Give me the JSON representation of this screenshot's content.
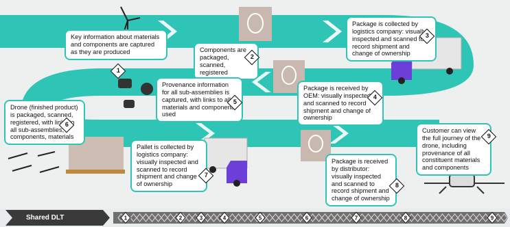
{
  "steps": [
    {
      "n": "1",
      "text": "Key information about materials and components are captured as they are produced"
    },
    {
      "n": "2",
      "text": "Components are packaged, scanned, registered"
    },
    {
      "n": "3",
      "text": "Package is collected by logistics company: visually inspected and scanned to record shipment and change of ownership"
    },
    {
      "n": "4",
      "text": "Package is received by OEM: visually inspected and scanned to record shipment and change of ownership"
    },
    {
      "n": "5",
      "text": "Provenance information for all sub-assemblies is captured, with links to all materials and components used"
    },
    {
      "n": "6",
      "text": "Drone (finished product) is packaged, scanned, registered, with links to all sub-assemblies, components, materials"
    },
    {
      "n": "7",
      "text": "Pallet is collected by logistics company: visually inspected and scanned to record shipment and change of ownership"
    },
    {
      "n": "8",
      "text": "Package is received by distributor: visually inspected and scanned to record shipment and change of ownership"
    },
    {
      "n": "9",
      "text": "Customer can view the full journey of the drone, including provenance of all constituent materials and components"
    }
  ],
  "ledger": {
    "label": "Shared DLT",
    "markers": [
      "1",
      "2",
      "3",
      "4",
      "5",
      "6",
      "7",
      "8",
      "9"
    ]
  },
  "colors": {
    "path": "#2ec4b6",
    "border": "#2ec4b6",
    "truck": "#6b3fd8",
    "ledger": "#3a3a3a"
  }
}
